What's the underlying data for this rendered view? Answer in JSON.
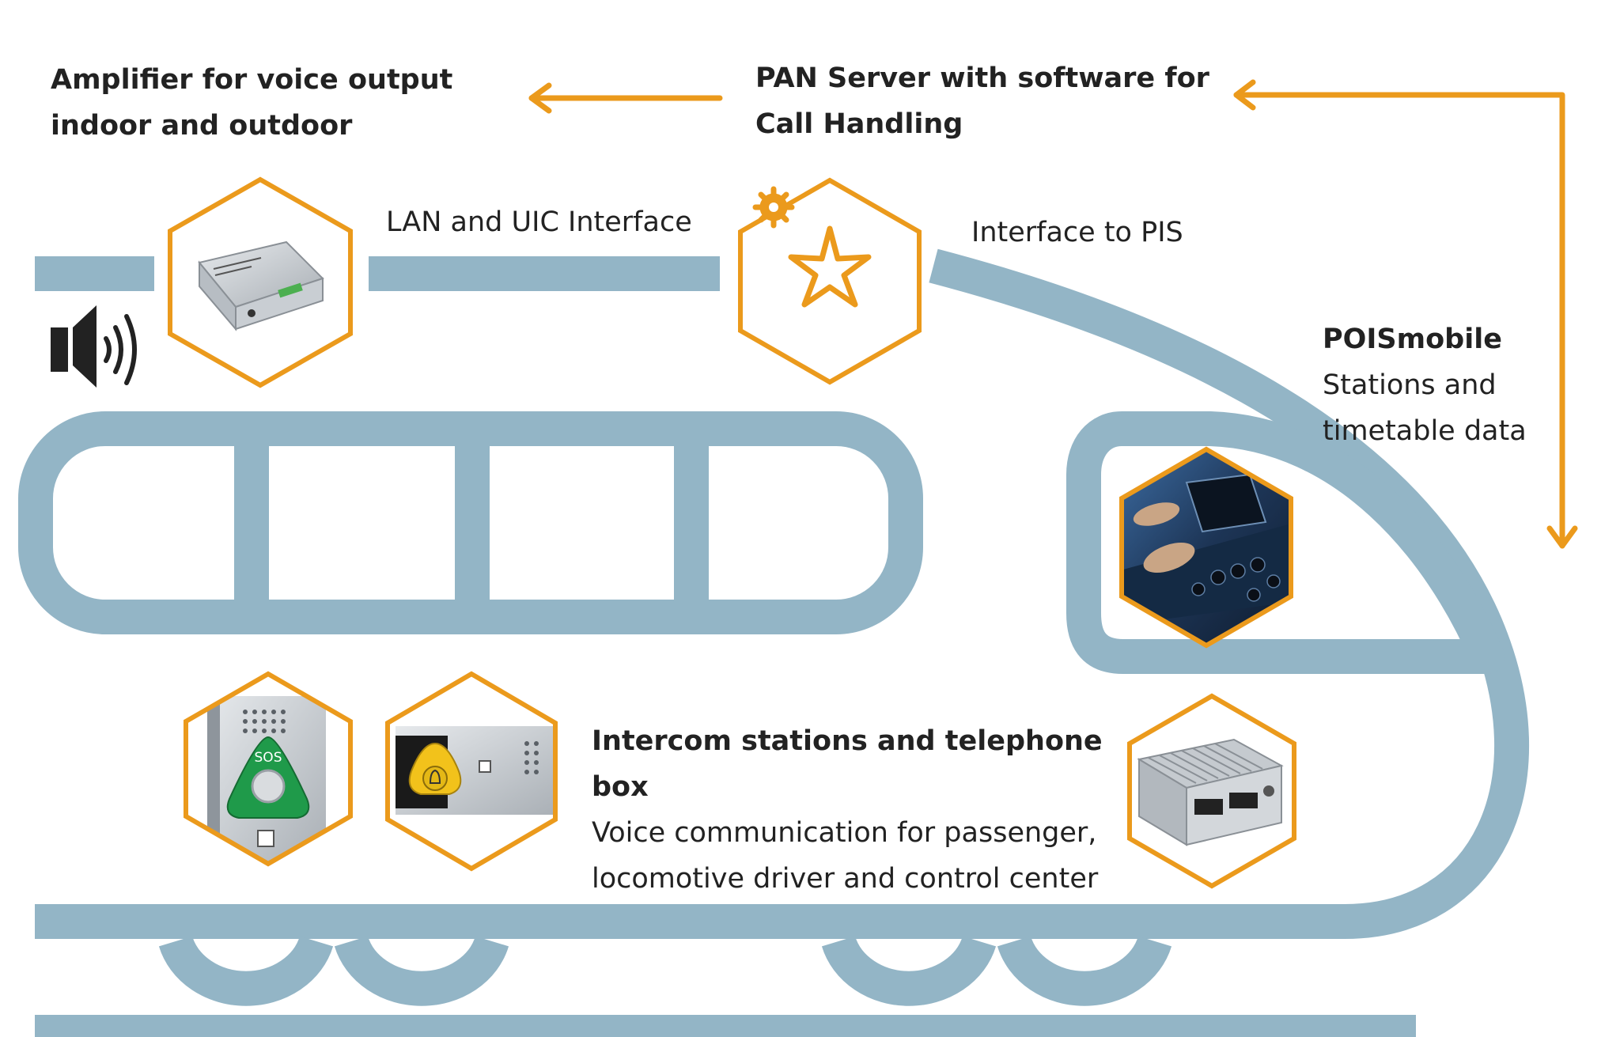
{
  "labels": {
    "amplifier": [
      "Amplifier for voice output",
      "indoor and outdoor"
    ],
    "pan_server": [
      "PAN Server with software for",
      "Call Handling"
    ],
    "lan_uic": "LAN and UIC Interface",
    "interface_pis": "Interface to PIS",
    "poismobile_title": "POISmobile",
    "poismobile_desc": [
      "Stations and",
      "timetable data"
    ],
    "intercom_title": [
      "Intercom stations and telephone",
      "box"
    ],
    "intercom_desc": [
      "Voice communication for passenger,",
      "locomotive driver and control center"
    ],
    "sos": "SOS"
  },
  "colors": {
    "train": "#93b5c6",
    "accent": "#eb9a1c",
    "text": "#222222",
    "icon": "#222222",
    "sos_green": "#1f9a4a",
    "bell_yellow": "#f2c21b"
  },
  "icons": [
    "speaker-icon",
    "gear-icon",
    "asterisk-icon",
    "bell-icon"
  ]
}
